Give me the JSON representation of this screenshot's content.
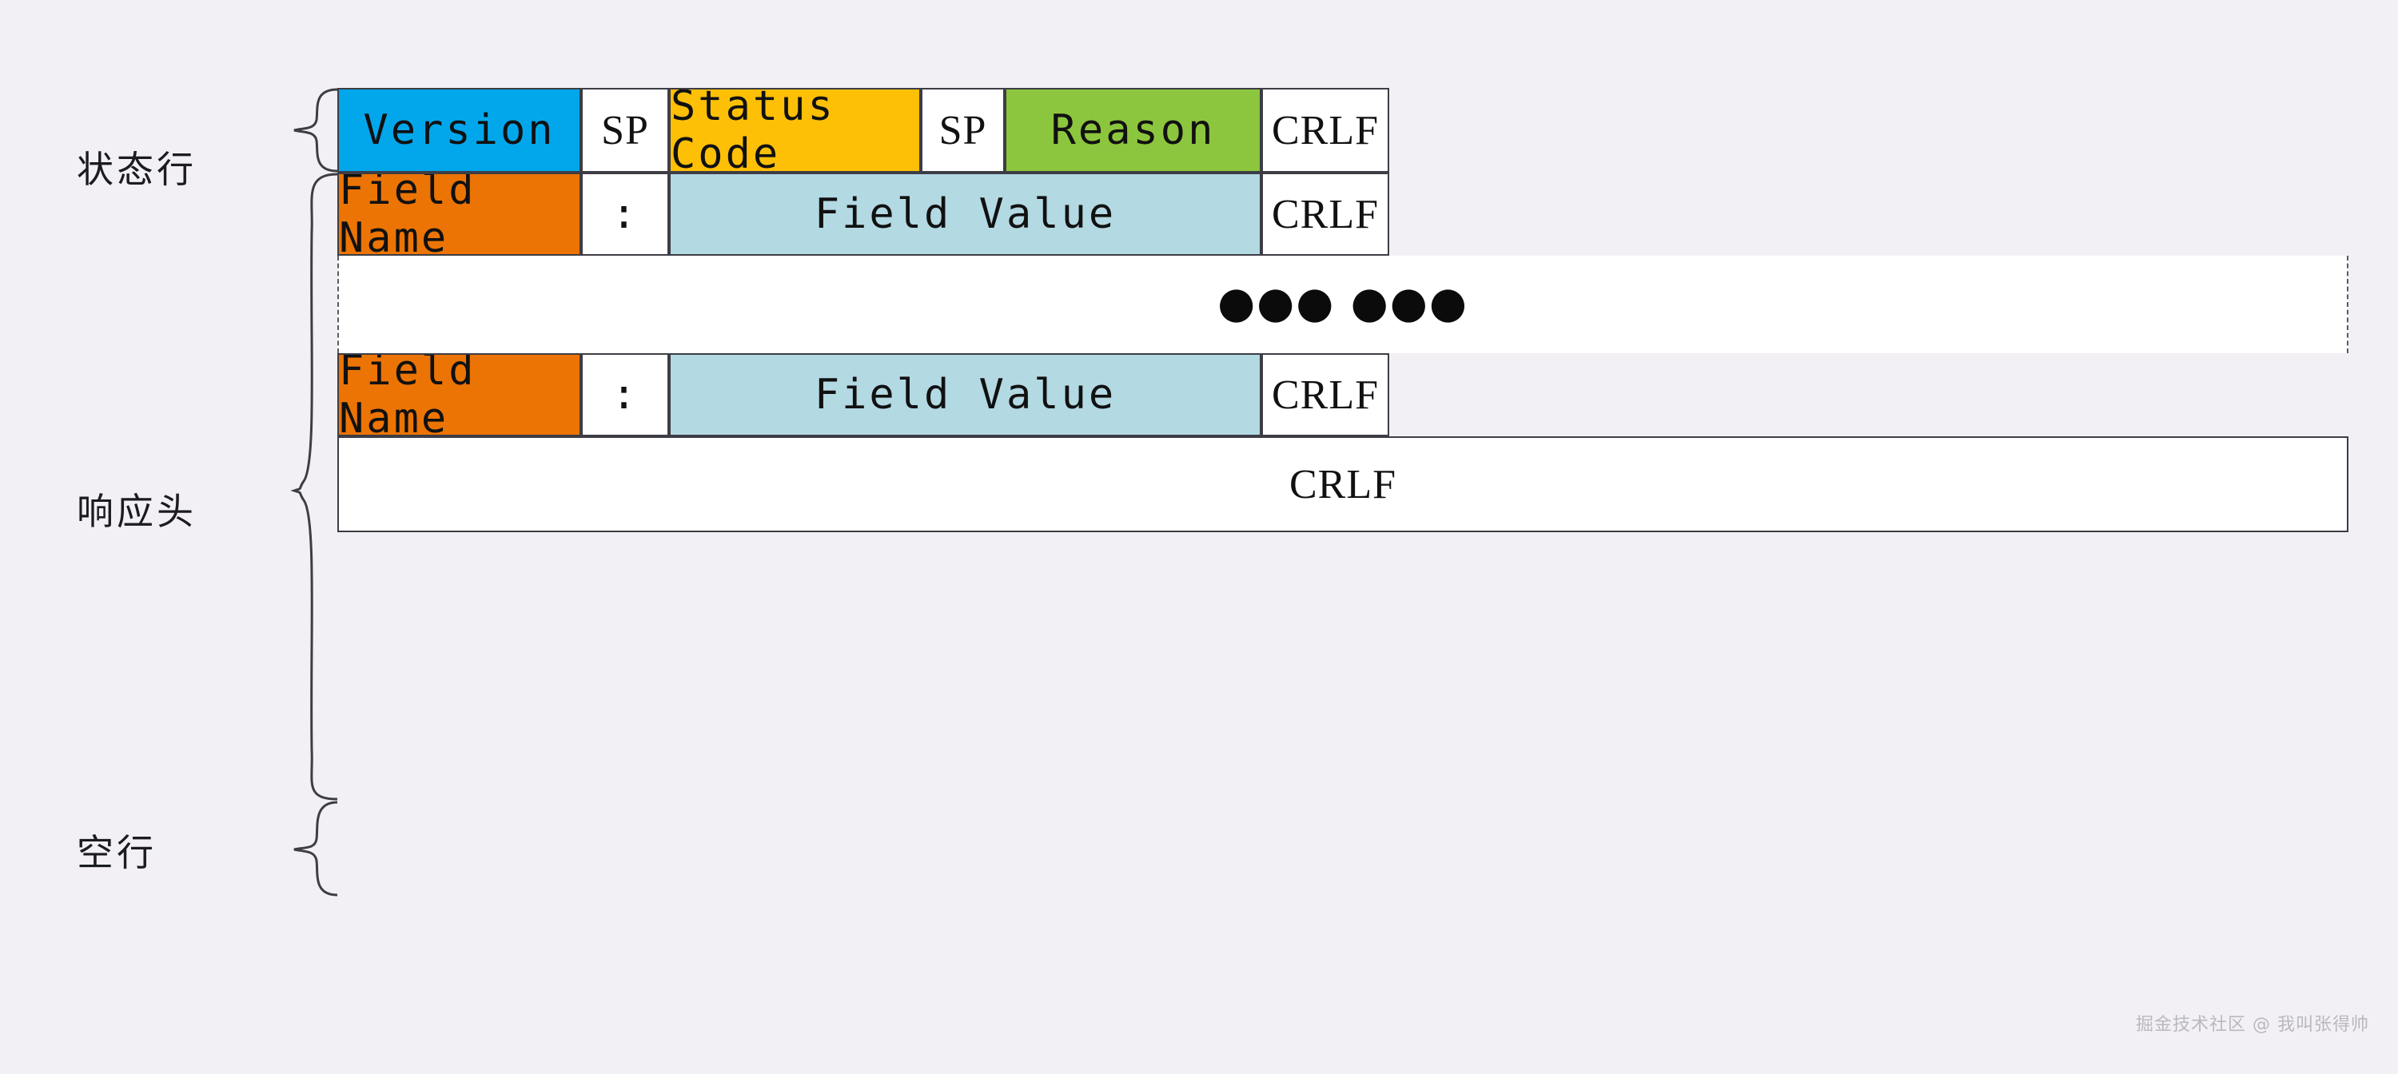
{
  "diagram": {
    "title": "HTTP Response Message Structure",
    "background_color": "#f2f0f4",
    "border_color": "#3d3d45"
  },
  "section_labels": [
    {
      "id": "status-line",
      "text": "状态行"
    },
    {
      "id": "response-headers",
      "text": "响应头"
    },
    {
      "id": "blank-line",
      "text": "空行"
    }
  ],
  "rows": {
    "status_line": {
      "name": "status-line-row",
      "cells": [
        {
          "name": "version",
          "text": "Version",
          "color": "#02a7eb",
          "font": "mono"
        },
        {
          "name": "sp-1",
          "text": "SP",
          "color": "#ffffff",
          "font": "serif"
        },
        {
          "name": "status-code",
          "text": "Status Code",
          "color": "#fdc006",
          "font": "mono"
        },
        {
          "name": "sp-2",
          "text": "SP",
          "color": "#ffffff",
          "font": "serif"
        },
        {
          "name": "reason",
          "text": "Reason",
          "color": "#8cc63e",
          "font": "mono"
        },
        {
          "name": "crlf",
          "text": "CRLF",
          "color": "#ffffff",
          "font": "serif"
        }
      ]
    },
    "header_first": {
      "name": "header-field-row-first",
      "cells": [
        {
          "name": "field-name",
          "text": "Field Name",
          "color": "#ec7404",
          "font": "mono"
        },
        {
          "name": "colon",
          "text": ":",
          "color": "#ffffff",
          "font": "mono"
        },
        {
          "name": "field-value",
          "text": "Field Value",
          "color": "#b3d9e3",
          "font": "mono"
        },
        {
          "name": "crlf",
          "text": "CRLF",
          "color": "#ffffff",
          "font": "serif"
        }
      ]
    },
    "ellipsis": {
      "name": "ellipsis-row",
      "text": "●●● ●●●",
      "color": "#ffffff",
      "border_style": "dashed"
    },
    "header_last": {
      "name": "header-field-row-last",
      "cells": [
        {
          "name": "field-name",
          "text": "Field Name",
          "color": "#ec7404",
          "font": "mono"
        },
        {
          "name": "colon",
          "text": ":",
          "color": "#ffffff",
          "font": "mono"
        },
        {
          "name": "field-value",
          "text": "Field Value",
          "color": "#b3d9e3",
          "font": "mono"
        },
        {
          "name": "crlf",
          "text": "CRLF",
          "color": "#ffffff",
          "font": "serif"
        }
      ]
    },
    "blank_line": {
      "name": "blank-line-row",
      "cell": {
        "name": "crlf",
        "text": "CRLF",
        "color": "#ffffff",
        "font": "serif"
      }
    }
  },
  "watermark": {
    "text": "掘金技术社区 @ 我叫张得帅",
    "color": "#b9b8bf"
  },
  "colors": {
    "blue": "#02a7eb",
    "amber": "#fdc006",
    "green": "#8cc63e",
    "orange": "#ec7404",
    "light_blue": "#b3d9e3",
    "white": "#ffffff",
    "stroke": "#3d3d45",
    "background": "#f2f0f4"
  }
}
